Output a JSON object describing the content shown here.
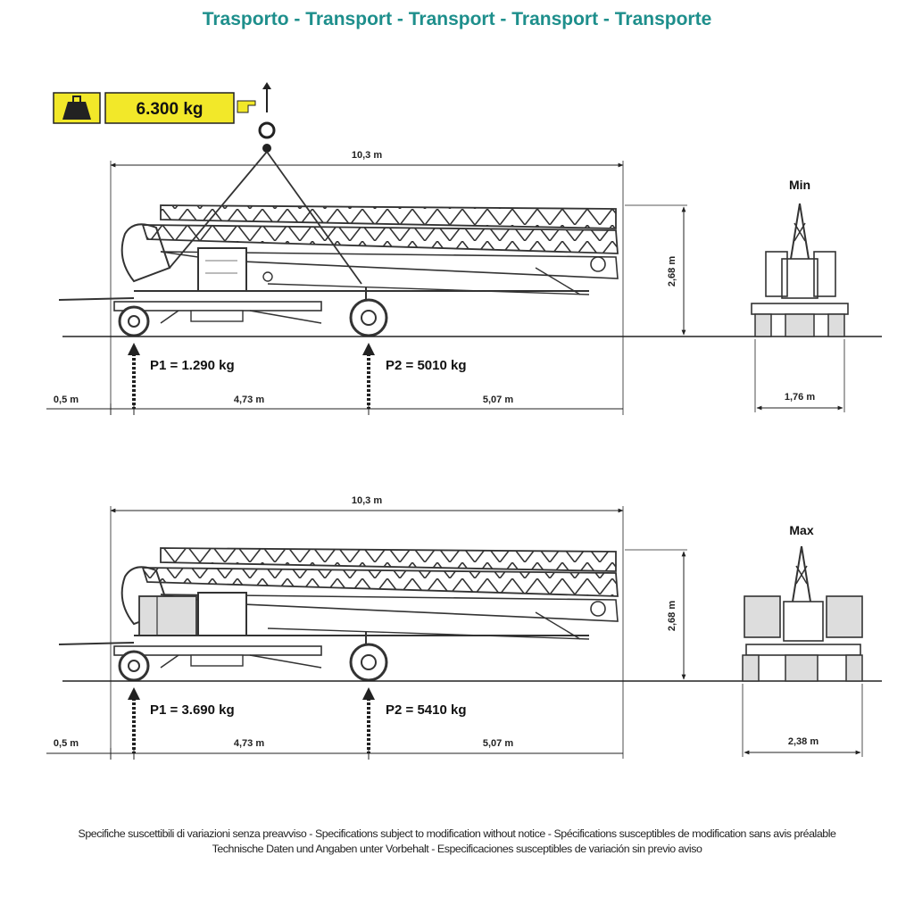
{
  "title": "Trasporto - Transport - Transport - Transport - Transporte",
  "lift_weight": "6.300 kg",
  "colors": {
    "title": "#1e8f8c",
    "weight_badge": "#f2e829",
    "line": "#222222"
  },
  "icons": [
    "weight-icon",
    "pointing-hand-icon",
    "hook-icon"
  ],
  "configs": [
    {
      "view_label": "Min",
      "overall_length": "10,3 m",
      "height": "2,68 m",
      "front_overhang": "0,5 m",
      "axle_distance": "4,73 m",
      "rear_overhang": "5,07 m",
      "track_width": "1,76 m",
      "p1": "P1 = 1.290 kg",
      "p2": "P2 = 5010 kg"
    },
    {
      "view_label": "Max",
      "overall_length": "10,3 m",
      "height": "2,68 m",
      "front_overhang": "0,5 m",
      "axle_distance": "4,73 m",
      "rear_overhang": "5,07 m",
      "track_width": "2,38 m",
      "p1": "P1 = 3.690 kg",
      "p2": "P2 = 5410 kg"
    }
  ],
  "footer": {
    "line1": "Specifiche suscettibili di variazioni senza preavviso - Specifications subject to modification without notice - Spécifications susceptibles de modification sans avis préalable",
    "line2": "Technische Daten und Angaben unter Vorbehalt - Especificaciones susceptibles de variación sin previo aviso"
  }
}
